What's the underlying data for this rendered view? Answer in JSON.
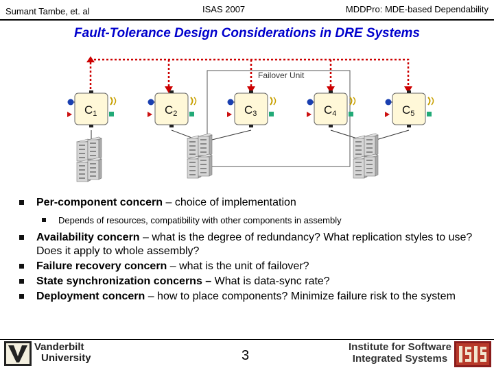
{
  "header": {
    "author": "Sumant Tambe, et. al",
    "conference": "ISAS 2007",
    "topic": "MDDPro: MDE-based Dependability"
  },
  "title": "Fault-Tolerance Design Considerations in DRE Systems",
  "diagram": {
    "group_label": "Failover Unit",
    "components": [
      {
        "label": "C",
        "subscript": "1"
      },
      {
        "label": "C",
        "subscript": "2"
      },
      {
        "label": "C",
        "subscript": "3"
      },
      {
        "label": "C",
        "subscript": "4"
      },
      {
        "label": "C",
        "subscript": "5"
      }
    ],
    "colors": {
      "link": "#cc0000",
      "port_blue": "#1a3fb0",
      "port_red": "#cc1111",
      "port_green": "#22aa77",
      "box_fill": "#fff8d8"
    }
  },
  "bullets": [
    {
      "bold": "Per-component concern",
      "rest": " – choice of implementation",
      "sub": [
        "Depends of resources, compatibility with other components in assembly"
      ]
    },
    {
      "bold": "Availability concern",
      "rest": " – what is the degree of redundancy? What replication styles to use? Does it apply to whole assembly?"
    },
    {
      "bold": "Failure recovery concern",
      "rest": " – what is the unit of failover?"
    },
    {
      "bold": "State synchronization concerns –",
      "rest": " What is data-sync rate?"
    },
    {
      "bold": "Deployment concern",
      "rest": " – how to place components? Minimize failure risk to the system"
    }
  ],
  "footer": {
    "university_line1": "Vanderbilt",
    "university_line2": "University",
    "page": "3",
    "institute_line1": "Institute for Software",
    "institute_line2": "Integrated Systems"
  }
}
